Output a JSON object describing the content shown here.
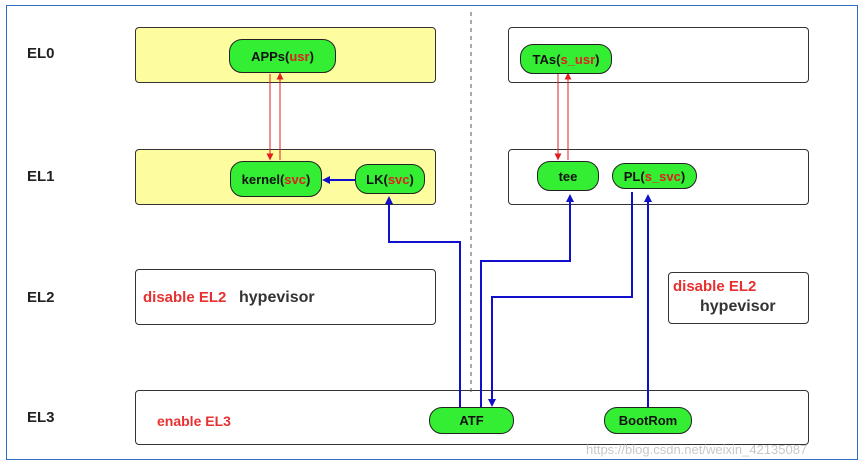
{
  "levels": [
    "EL0",
    "EL1",
    "EL2",
    "EL3"
  ],
  "left": {
    "apps": {
      "name": "APPs(",
      "mode": "usr",
      "close": ")"
    },
    "kernel": {
      "name": "kernel(",
      "mode": "svc",
      "close": ")"
    },
    "lk": {
      "name": "LK(",
      "mode": "svc",
      "close": ")"
    },
    "el2_disable": "disable EL2",
    "el2_hypervisor": "hypevisor"
  },
  "right": {
    "tas": {
      "name": "TAs(",
      "mode": "s_usr",
      "close": ")"
    },
    "tee": "tee",
    "pl": {
      "name": "PL(",
      "mode": "s_svc",
      "close": ")"
    },
    "el2_disable": "disable EL2",
    "el2_hypervisor": "hypevisor"
  },
  "el3": {
    "enable": "enable EL3",
    "atf": "ATF",
    "bootrom": "BootRom"
  },
  "watermark": "https://blog.csdn.net/weixin_42135087",
  "colors": {
    "yellow_box": "#fdfda0",
    "pill_green": "#33ee33",
    "blue_line": "#1010cc",
    "red_line": "#e02020",
    "accent_red": "#e83030"
  }
}
